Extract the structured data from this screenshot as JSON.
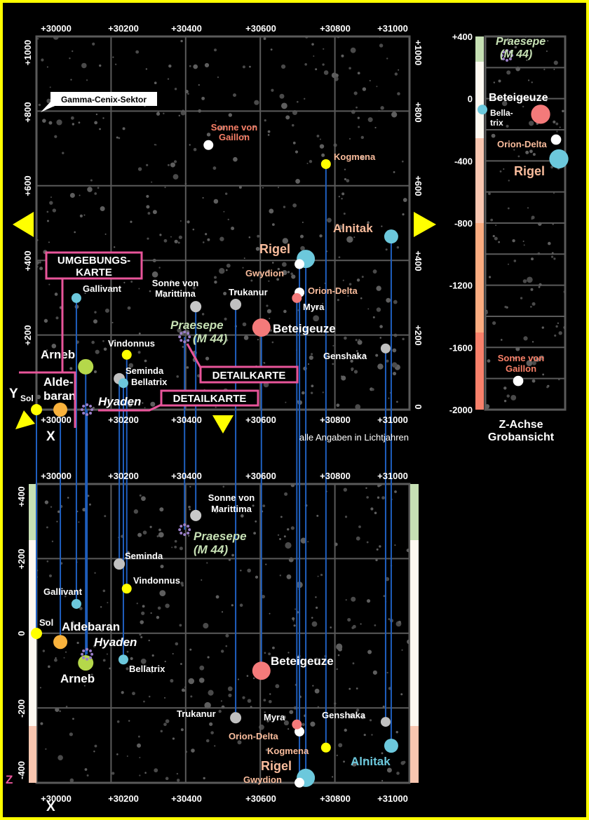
{
  "labels": {
    "gamma_sector": "Gamma-Cenix-Sektor",
    "umgebungskarte_1": "UMGEBUNGS-",
    "umgebungskarte_2": "KARTE",
    "detailkarte_a": "DETAILKARTE",
    "detailkarte_b": "DETAILKARTE",
    "note": "alle Angaben in Lichtjahren",
    "z_title_1": "Z-Achse",
    "z_title_2": "Grobansicht",
    "x_axis": "X",
    "y_axis": "Y",
    "y_axis_sub": "Sol",
    "z_axis": "Z"
  },
  "axes": {
    "x_ticks": [
      "+30000",
      "+30200",
      "+30400",
      "+30600",
      "+30800",
      "+31000"
    ],
    "y_ticks": [
      "+1000",
      "+800",
      "+600",
      "+400",
      "+200",
      "0"
    ],
    "z_ticks": [
      "+400",
      "+200",
      "0",
      "-200",
      "-400"
    ],
    "z_overview_ticks": [
      "+400",
      "0",
      "-400",
      "-800",
      "-1200",
      "-1600",
      "-2000"
    ]
  },
  "colors": {
    "frame": "#ffff00",
    "grid": "#5a5a5a",
    "drop_line": "#1f5fbf",
    "callout": "#e8559a",
    "label_white": "#ffffff",
    "label_peach": "#f9bc9c",
    "label_salmon": "#f98068",
    "label_green": "#c6e0b4",
    "label_blue": "#6cc8dc",
    "cluster": "#9a7fc8",
    "z_band_green": "#c6e0b4",
    "z_band_white": "#fdf8f0",
    "z_band_peach": "#f9c6b0",
    "z_band_orange": "#fbac80",
    "z_band_red": "#f8806a"
  },
  "stars": [
    {
      "name": "Sol",
      "x": 30000,
      "y": 0,
      "z": 0,
      "color": "#ffff00",
      "size": 8,
      "top_label": [],
      "bottom_label": [
        "Sol"
      ]
    },
    {
      "name": "Aldebaran",
      "x": 30064,
      "y": 0,
      "z": -23,
      "color": "#f9b23c",
      "size": 10,
      "top_label": [
        "Alde-",
        "baran"
      ],
      "bottom_label": [
        "Aldebaran"
      ]
    },
    {
      "name": "Arneb",
      "x": 30132,
      "y": 115,
      "z": -79,
      "color": "#b5d84a",
      "size": 11,
      "top_label": [
        "Arneb"
      ],
      "bottom_label": [
        "Arneb"
      ]
    },
    {
      "name": "Gallivant",
      "x": 30107,
      "y": 299,
      "z": 79,
      "color": "#6cc8dc",
      "size": 7,
      "top_label": [
        "Gallivant"
      ],
      "bottom_label": [
        "Gallivant"
      ]
    },
    {
      "name": "Seminda",
      "x": 30222,
      "y": 83,
      "z": 186,
      "color": "#c0c0c0",
      "size": 8,
      "top_label": [
        "Seminda"
      ],
      "bottom_label": [
        "Seminda"
      ]
    },
    {
      "name": "Bellatrix",
      "x": 30233,
      "y": 71,
      "z": -70,
      "color": "#6cc8dc",
      "size": 7,
      "top_label": [
        "Bellatrix"
      ],
      "bottom_label": [
        "Bellatrix"
      ],
      "z_label": [
        "Bella-",
        "trix"
      ]
    },
    {
      "name": "Vindonnus",
      "x": 30242,
      "y": 147,
      "z": 120,
      "color": "#ffff00",
      "size": 7,
      "top_label": [
        "Vindonnus"
      ],
      "bottom_label": [
        "Vindonnus"
      ]
    },
    {
      "name": "Sonne von Marittima",
      "x": 30427,
      "y": 276,
      "z": 316,
      "color": "#c8c8c8",
      "size": 8,
      "top_label": [
        "Sonne von",
        "Marittima"
      ],
      "bottom_label": [
        "Sonne von",
        "Marittima"
      ]
    },
    {
      "name": "Trukanur",
      "x": 30534,
      "y": 282,
      "z": -226,
      "color": "#c0c0c0",
      "size": 8,
      "top_label": [
        "Trukanur"
      ],
      "bottom_label": [
        "Trukanur"
      ]
    },
    {
      "name": "Beteigeuze",
      "x": 30603,
      "y": 220,
      "z": -100,
      "color": "#f47a7a",
      "size": 13,
      "top_label": [
        "Beteigeuze"
      ],
      "bottom_label": [
        "Beteigeuze"
      ],
      "z_label": [
        "Beteigeuze"
      ]
    },
    {
      "name": "Rigel",
      "x": 30722,
      "y": 404,
      "z": -387,
      "color": "#6cc8dc",
      "size": 13,
      "top_label": [
        "Rigel"
      ],
      "bottom_label": [
        "Rigel"
      ],
      "z_label": [
        "Rigel"
      ]
    },
    {
      "name": "Gwydion",
      "x": 30705,
      "y": 390,
      "z": -400,
      "color": "#ffffff",
      "size": 7,
      "top_label": [
        "Gwydion"
      ],
      "bottom_label": [
        "Gwydion"
      ]
    },
    {
      "name": "Orion-Delta",
      "x": 30705,
      "y": 314,
      "z": -263,
      "color": "#ffffff",
      "size": 7,
      "top_label": [
        "Orion-Delta"
      ],
      "bottom_label": [
        "Orion-Delta"
      ],
      "z_label": [
        "Orion-Delta"
      ]
    },
    {
      "name": "Myra",
      "x": 30698,
      "y": 299,
      "z": -244,
      "color": "#f47a7a",
      "size": 7,
      "top_label": [
        "Myra"
      ],
      "bottom_label": [
        "Myra"
      ]
    },
    {
      "name": "Kogmena",
      "x": 30776,
      "y": 658,
      "z": -306,
      "color": "#ffff00",
      "size": 7,
      "top_label": [
        "Kogmena"
      ],
      "bottom_label": [
        "Kogmena"
      ]
    },
    {
      "name": "Alnitak",
      "x": 30951,
      "y": 464,
      "z": -301,
      "color": "#6cc8dc",
      "size": 10,
      "top_label": [
        "Alnitak"
      ],
      "bottom_label": [
        "Alnitak"
      ]
    },
    {
      "name": "Genshaka",
      "x": 30936,
      "y": 164,
      "z": -237,
      "color": "#c0c0c0",
      "size": 7,
      "top_label": [
        "Genshaka"
      ],
      "bottom_label": [
        "Genshaka"
      ]
    },
    {
      "name": "Sonne von Gaillon",
      "x": 30461,
      "y": 709,
      "z": -1814,
      "color": "#ffffff",
      "size": 7,
      "top_label": [
        "Sonne von",
        "Gaillon"
      ],
      "z_label": [
        "Sonne von",
        "Gaillon"
      ]
    }
  ],
  "clusters": [
    {
      "name": "Hyaden",
      "x": 30143,
      "y": 0,
      "z": -56,
      "top_label": [
        "Hyaden"
      ],
      "bottom_label": [
        "Hyaden"
      ]
    },
    {
      "name": "Praesepe",
      "x": 30397,
      "y": 195,
      "z": 278,
      "top_label": [
        "Praesepe",
        "(M 44)"
      ],
      "bottom_label": [
        "Praesepe",
        "(M 44)"
      ],
      "z_label": [
        "Praesepe",
        "(M 44)"
      ]
    }
  ]
}
